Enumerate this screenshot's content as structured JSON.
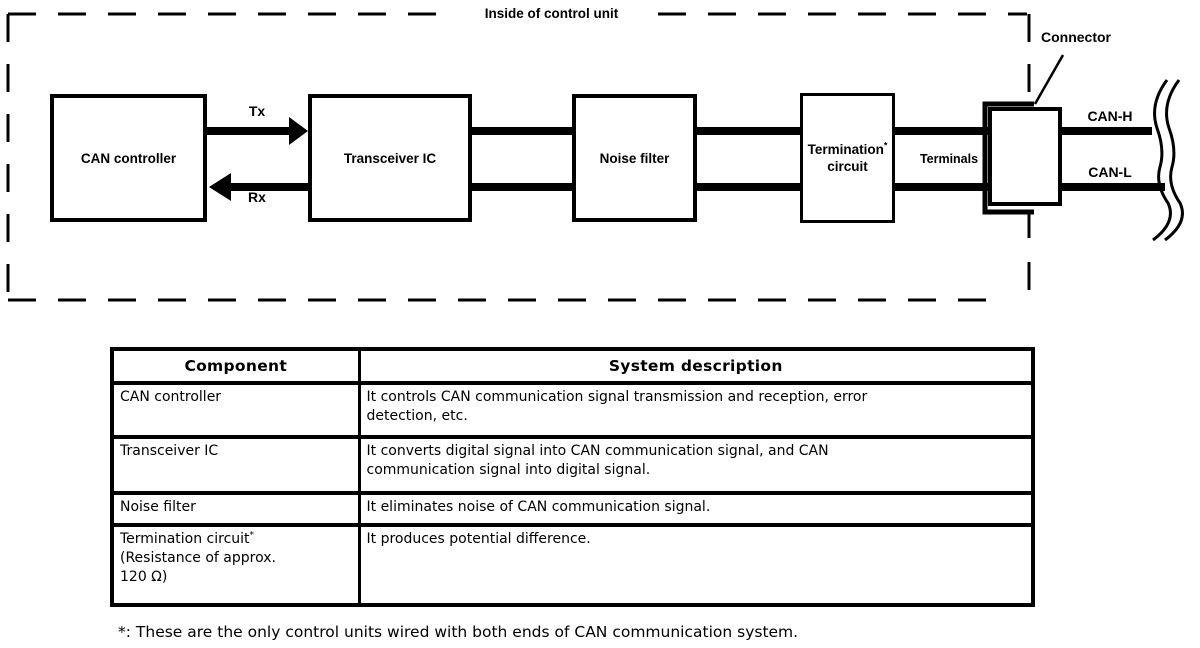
{
  "colors": {
    "ink": "#000000",
    "paper": "#ffffff"
  },
  "diagram": {
    "title": "Inside of control unit",
    "blocks": [
      {
        "label": "CAN controller"
      },
      {
        "label": "Transceiver IC"
      },
      {
        "label": "Noise filter"
      },
      {
        "line1": "Termination",
        "sup": "*",
        "line2": "circuit"
      }
    ],
    "tx_label": "Tx",
    "rx_label": "Rx",
    "terminals_label": "Terminals",
    "connector_label": "Connector",
    "can_h_label": "CAN-H",
    "can_l_label": "CAN-L"
  },
  "table": {
    "headers": {
      "component": "Component",
      "description": "System description"
    },
    "rows": [
      {
        "component": "CAN controller",
        "component_sup": "",
        "component_note": "",
        "description": "It controls CAN communication signal transmission and reception, error\ndetection, etc."
      },
      {
        "component": "Transceiver IC",
        "component_sup": "",
        "component_note": "",
        "description": "It converts digital signal into CAN communication signal, and CAN\ncommunication signal into digital signal."
      },
      {
        "component": "Noise filter",
        "component_sup": "",
        "component_note": "",
        "description": "It eliminates noise of CAN communication signal."
      },
      {
        "component": "Termination circuit",
        "component_sup": "*",
        "component_note": "(Resistance of approx.\n120 Ω)",
        "description": "It produces potential difference."
      }
    ]
  },
  "footnote": "*: These are the only control units wired with both ends of CAN communication system."
}
